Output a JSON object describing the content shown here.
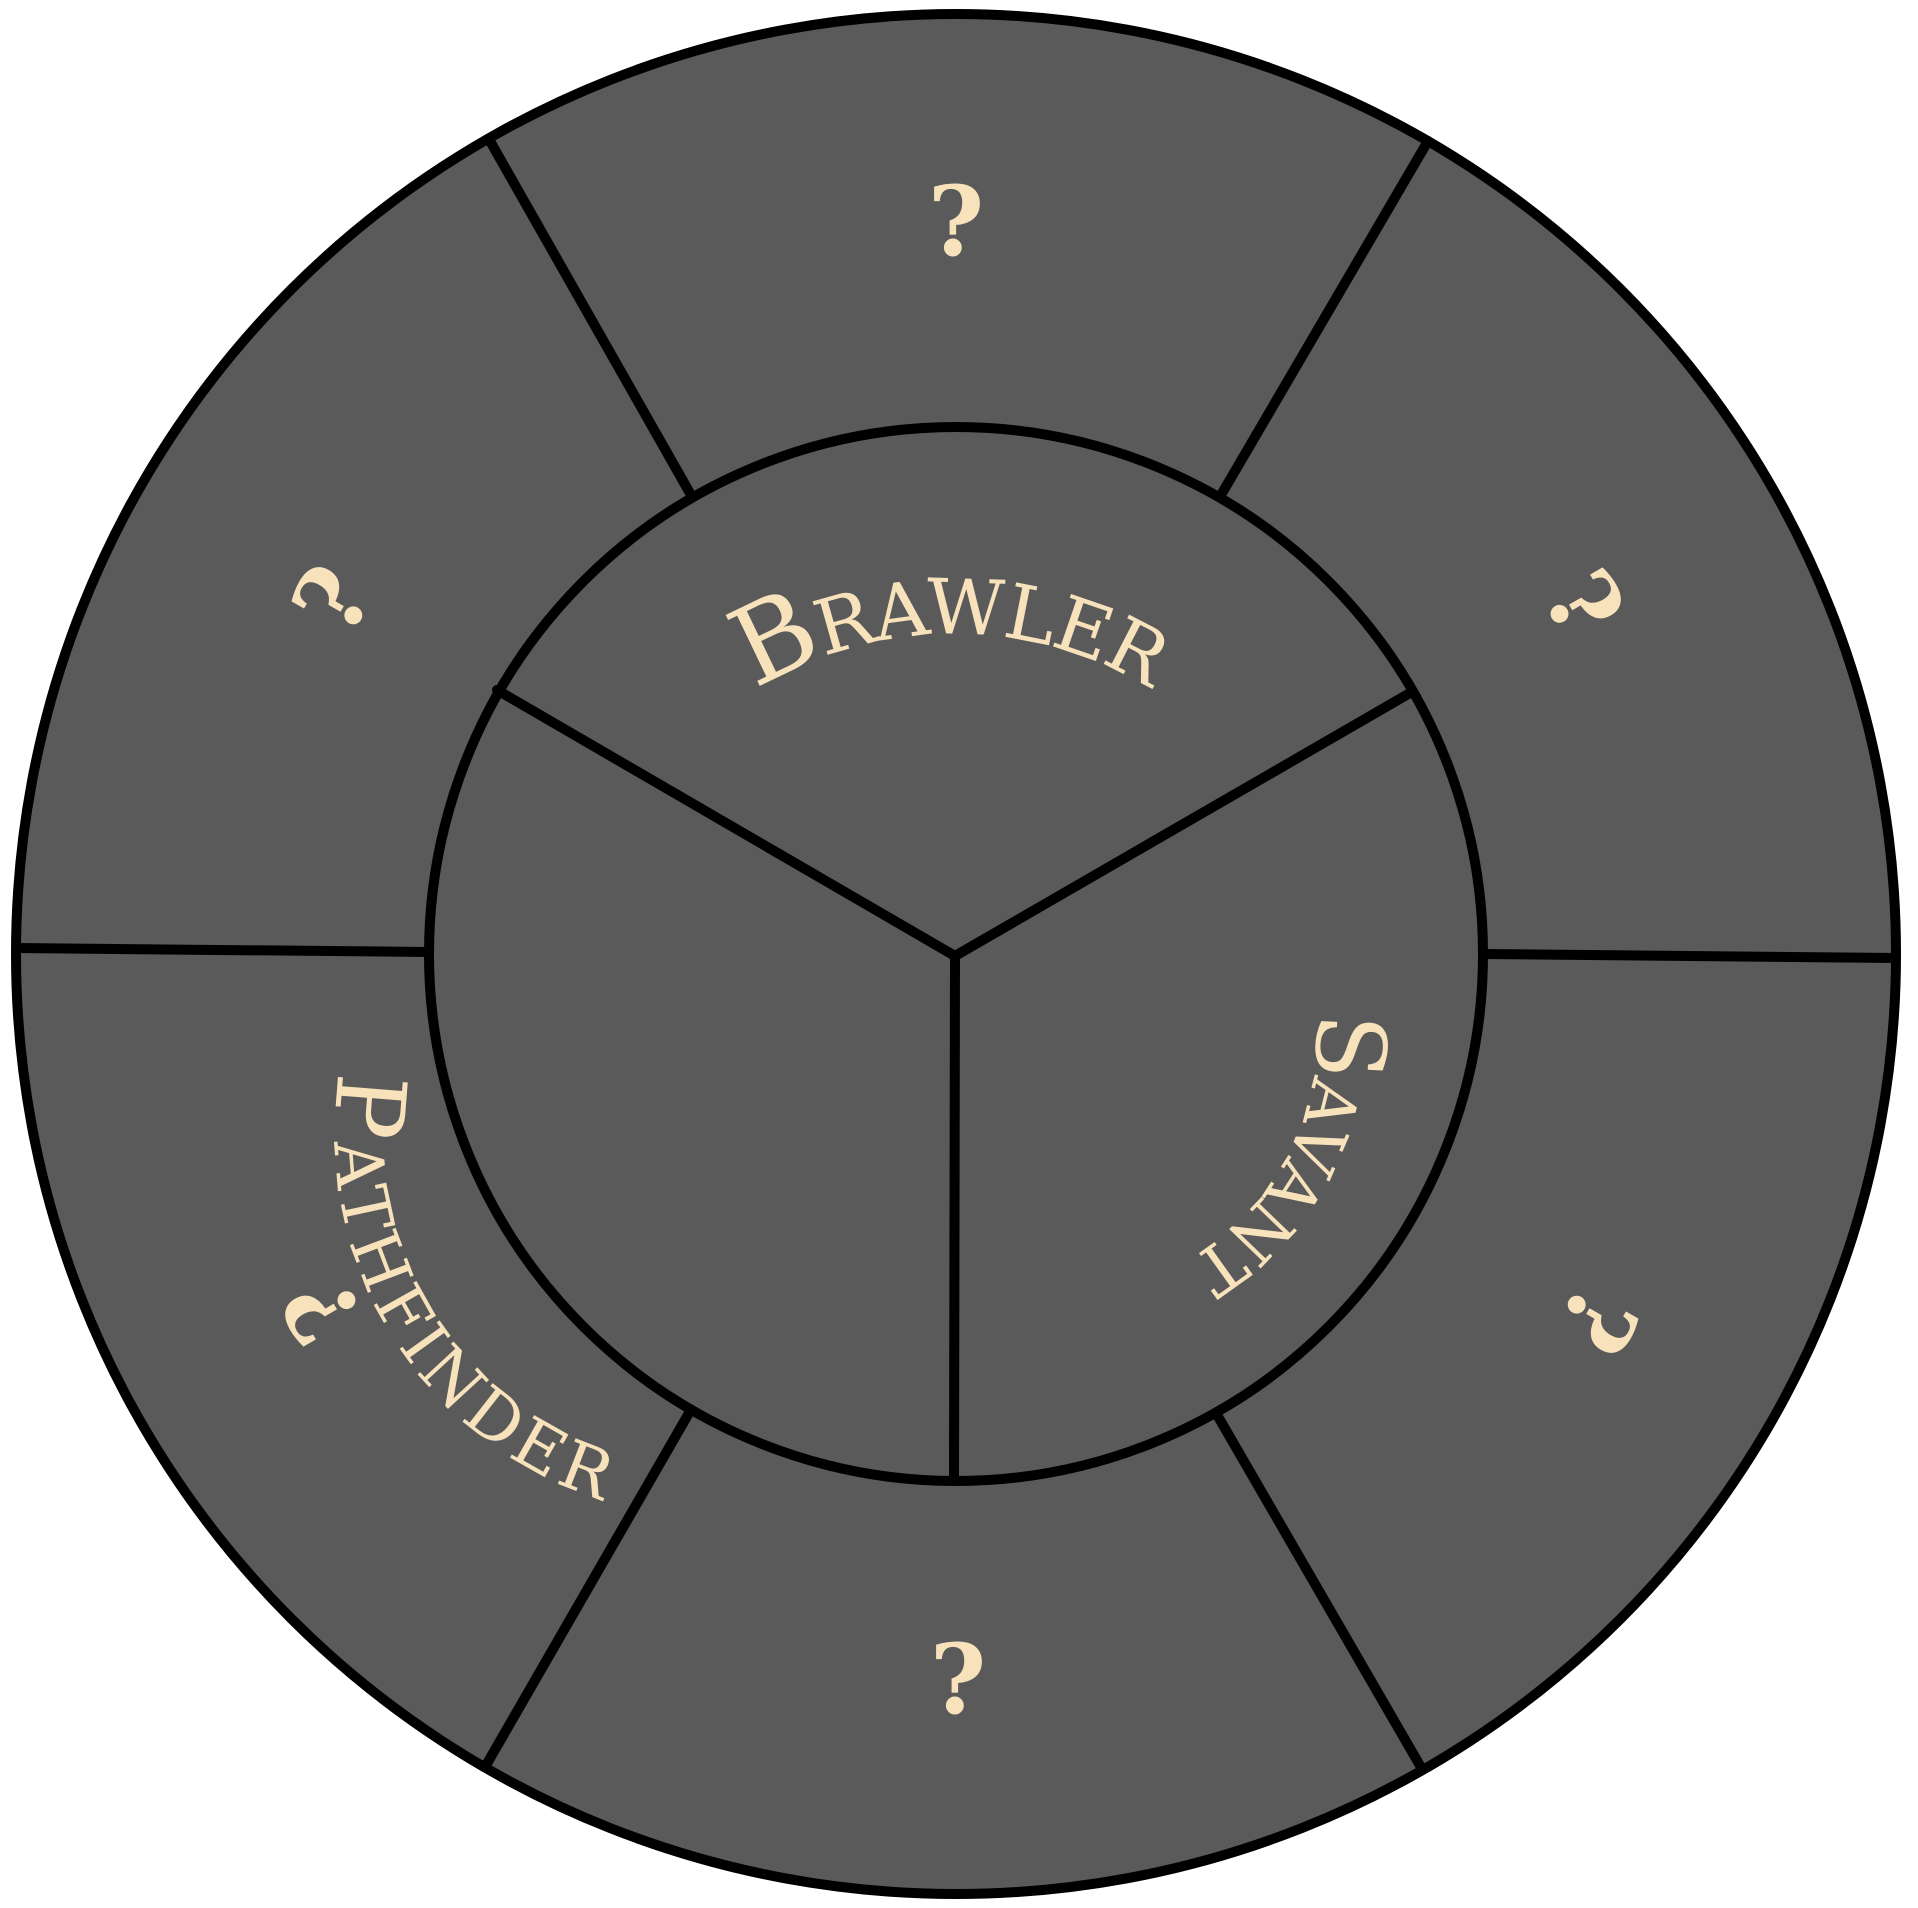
{
  "colors": {
    "fill": "#5a5a5a",
    "stroke": "#000000",
    "text": "#f7e2bc",
    "background": "#ffffff"
  },
  "inner_ring": [
    {
      "label": "Brawler"
    },
    {
      "label": "Savant"
    },
    {
      "label": "Pathfinder"
    }
  ],
  "outer_ring": [
    {
      "label": "?"
    },
    {
      "label": "?"
    },
    {
      "label": "?"
    },
    {
      "label": "?"
    },
    {
      "label": "?"
    },
    {
      "label": "?"
    }
  ]
}
